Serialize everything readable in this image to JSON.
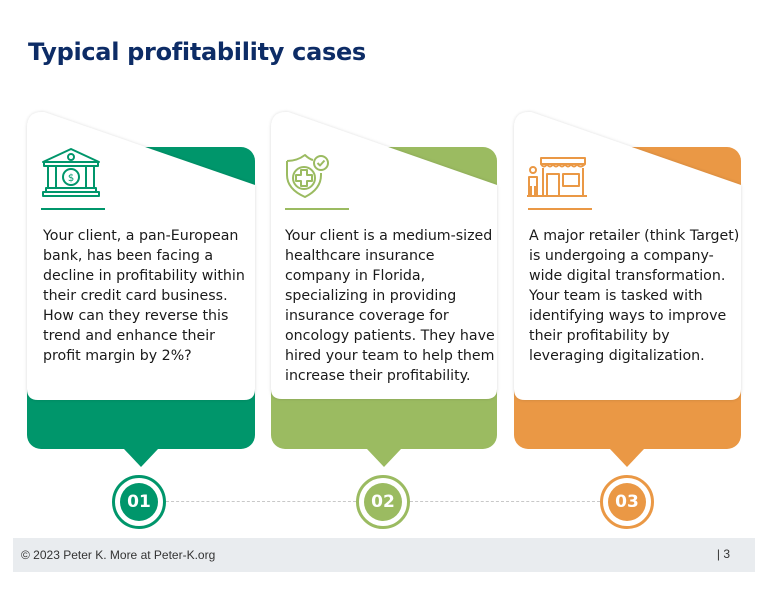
{
  "title": "Typical profitability cases",
  "colors": {
    "title": "#0d2c66",
    "case1": "#00966b",
    "case2": "#9bbb61",
    "case3": "#ea9845",
    "footer_bg": "#e9ecef"
  },
  "cases": [
    {
      "number": "01",
      "icon": "bank-icon",
      "text": "Your client, a pan-European bank, has been facing a decline in profitability within their credit card business. How can they reverse this trend and enhance their profit margin by 2%?"
    },
    {
      "number": "02",
      "icon": "health-shield-icon",
      "text": "Your client is a medium-sized healthcare insurance company in Florida, specializing in providing insurance coverage for oncology patients. They have hired your team to help them increase their profitability."
    },
    {
      "number": "03",
      "icon": "retail-store-icon",
      "text": "A major retailer (think Target) is undergoing a company-wide digital transformation. Your team is tasked with identifying ways to improve their profitability by leveraging digitalization."
    }
  ],
  "footer": {
    "copyright": "© 2023 Peter K. More at Peter-K.org",
    "page": "| 3"
  }
}
